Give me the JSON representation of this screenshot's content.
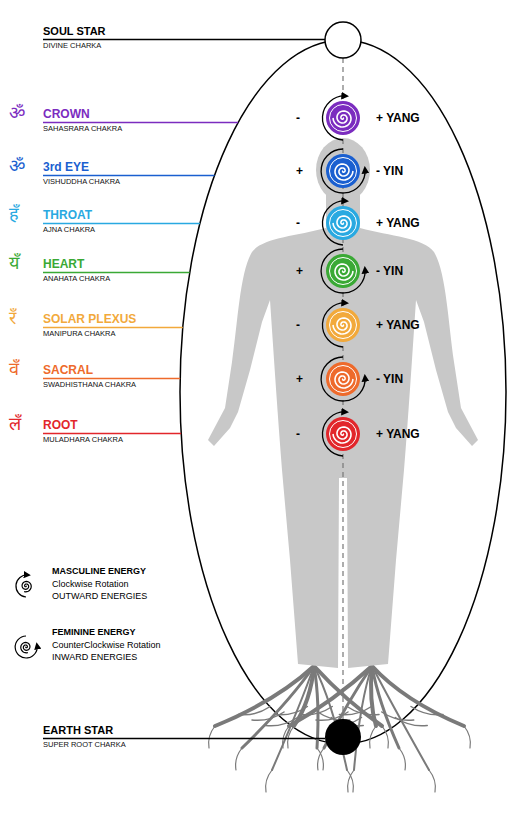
{
  "diagram": {
    "labels": [
      "SOUL STAR",
      "DIVINE CHARKA",
      "ॐ",
      "CROWN",
      "SAHASRARA CHAKRA",
      "-",
      "+ YANG",
      "ॐ",
      "3rd EYE",
      "VISHUDDHA CHAKRA",
      "+",
      "- YIN",
      "हँ",
      "THROAT",
      "AJNA CHAKRA",
      "-",
      "+ YANG",
      "यँ",
      "HEART",
      "ANAHATA CHAKRA",
      "+",
      "- YIN",
      "रँ",
      "SOLAR PLEXUS",
      "MANIPURA CHAKRA",
      "-",
      "+ YANG",
      "वँ",
      "SACRAL",
      "SWADHISTHANA CHAKRA",
      "+",
      "- YIN",
      "लँ",
      "ROOT",
      "MULADHARA CHAKRA",
      "-",
      "+ YANG",
      "Clockwise Rotation",
      "OUTWARD ENERGIES",
      "CounterClockwise Rotation",
      "INWARD ENERGIES",
      "EARTH STAR",
      "SUPER ROOT CHARKA"
    ],
    "legend": [
      {
        "text": "MASCULINE ENERGY"
      },
      {
        "text": "FEMININE ENERGY"
      }
    ]
  }
}
